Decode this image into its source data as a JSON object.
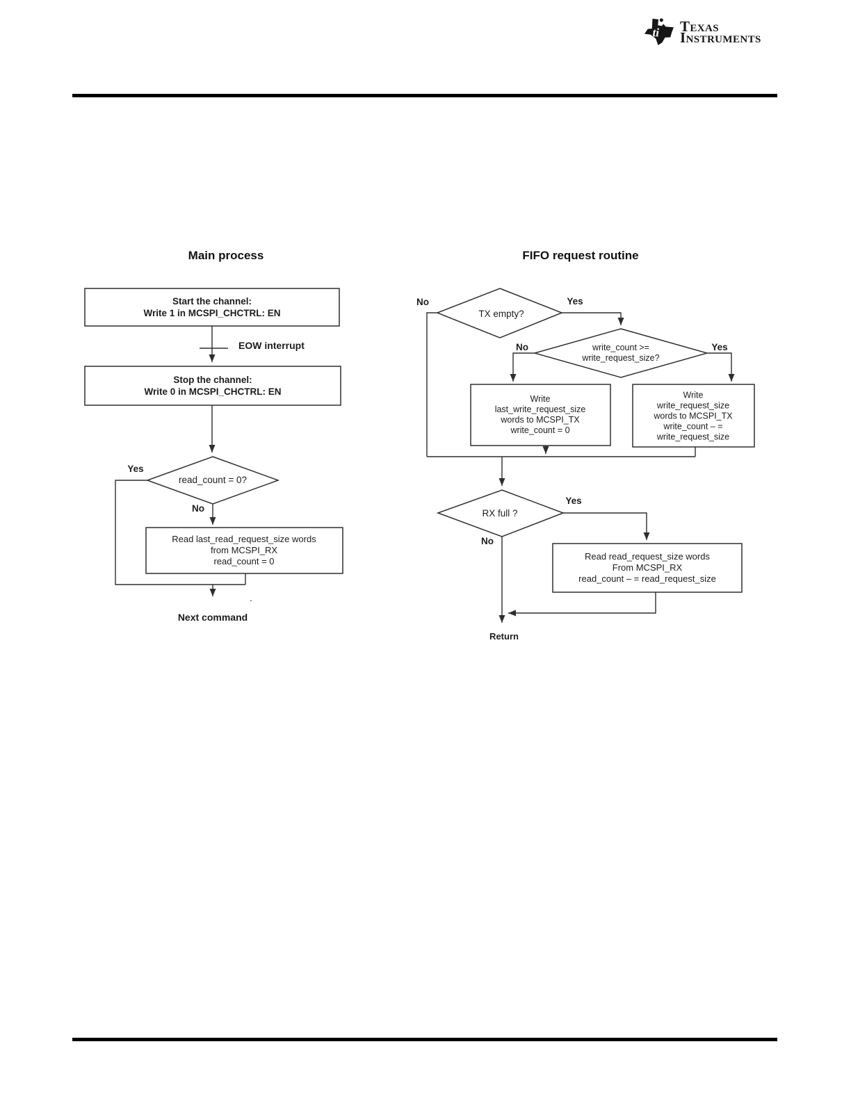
{
  "colors": {
    "line": "#2e2e2e",
    "text": "#1c1c1c",
    "rule": "#000000"
  },
  "logo": {
    "line1": "Texas",
    "line2": "Instruments",
    "ti_letters": "ti"
  },
  "main_process": {
    "title": "Main process",
    "start_box": "Start the channel:\nWrite 1 in MCSPI_CHCTRL: EN",
    "eow_label": "EOW interrupt",
    "stop_box": "Stop the channel:\nWrite 0 in MCSPI_CHCTRL: EN",
    "decision": "read_count = 0?",
    "yes": "Yes",
    "no": "No",
    "read_box": "Read last_read_request_size words\nfrom MCSPI_RX\nread_count = 0",
    "dot": ".",
    "next_command": "Next command"
  },
  "fifo_routine": {
    "title": "FIFO request routine",
    "tx_empty_decision": "TX empty?",
    "tx_empty_no": "No",
    "tx_empty_yes": "Yes",
    "write_count_decision": "write_count >=\nwrite_request_size?",
    "write_count_no": "No",
    "write_count_yes": "Yes",
    "write_last_box": "Write\nlast_write_request_size\nwords to MCSPI_TX\nwrite_count = 0",
    "write_size_box": "Write\nwrite_request_size\nwords to MCSPI_TX\nwrite_count – =\nwrite_request_size",
    "rx_full_decision": "RX full ?",
    "rx_full_yes": "Yes",
    "rx_full_no": "No",
    "read_box": "Read read_request_size words\nFrom MCSPI_RX\nread_count – = read_request_size",
    "return_label": "Return"
  }
}
